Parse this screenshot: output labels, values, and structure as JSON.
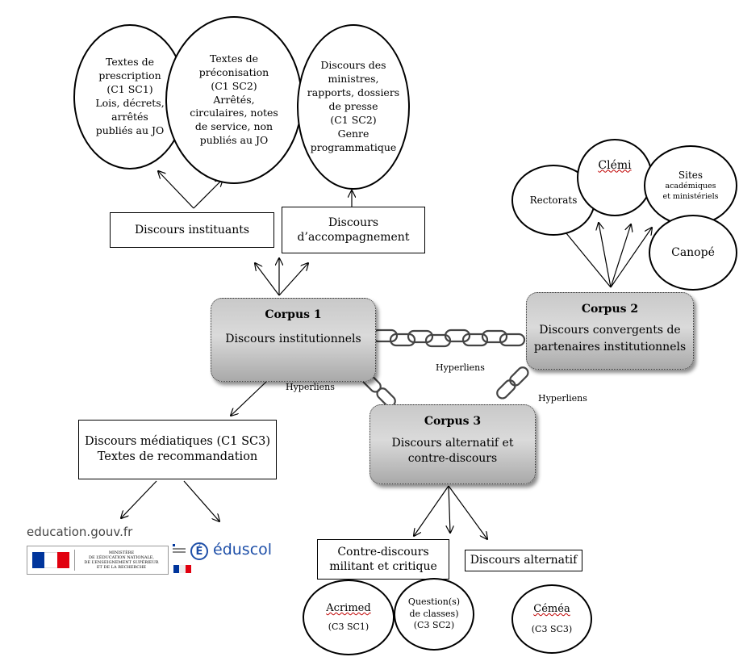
{
  "top_ovals": {
    "prescription": "Textes de\nprescription\n(C1 SC1)\nLois, décrets,\narrêtés\npubliés au JO",
    "preconisation": "Textes de\npréconisation\n(C1 SC2)\nArrêtés,\ncirculaires, notes\nde service, non\npubliés au JO",
    "ministres": "Discours des\nministres,\nrapports, dossiers\nde presse\n(C1 SC2)\nGenre\nprogrammatique"
  },
  "boxes": {
    "instituants": "Discours instituants",
    "accompagnement": "Discours\nd’accompagnement",
    "mediatiques": "Discours médiatiques (C1 SC3)\nTextes de recommandation",
    "contre_discours": "Contre-discours\nmilitant et critique",
    "alternatif": "Discours alternatif"
  },
  "corpus": {
    "c1": {
      "title": "Corpus 1",
      "subtitle": "Discours institutionnels"
    },
    "c2": {
      "title": "Corpus 2",
      "subtitle": "Discours convergents de\npartenaires institutionnels"
    },
    "c3": {
      "title": "Corpus 3",
      "subtitle": "Discours alternatif et\ncontre-discours"
    }
  },
  "right_ovals": {
    "rectorats": "Rectorats",
    "clemi": "Clémi",
    "sites_title": "Sites",
    "sites_sub": "académiques\net ministériels",
    "canope": "Canopé"
  },
  "hyperlink_labels": {
    "h1": "Hyperliens",
    "h2": "Hyperliens",
    "h3": "Hyperliens"
  },
  "logos": {
    "education_url": "education.gouv.fr",
    "ministere_text": "MINISTÈRE\nDE L’ÉDUCATION NATIONALE,\nDE L’ENSEIGNEMENT SUPÉRIEUR\nET DE LA RECHERCHE",
    "eduscol": "éduscol"
  },
  "bottom_ovals": {
    "acrimed_name": "Acrimed",
    "acrimed_code": "(C3 SC1)",
    "question_name": "Question(s)\nde classes)",
    "question_code": "(C3 SC2)",
    "cemea_name": "Céméa",
    "cemea_code": "(C3 SC3)"
  }
}
